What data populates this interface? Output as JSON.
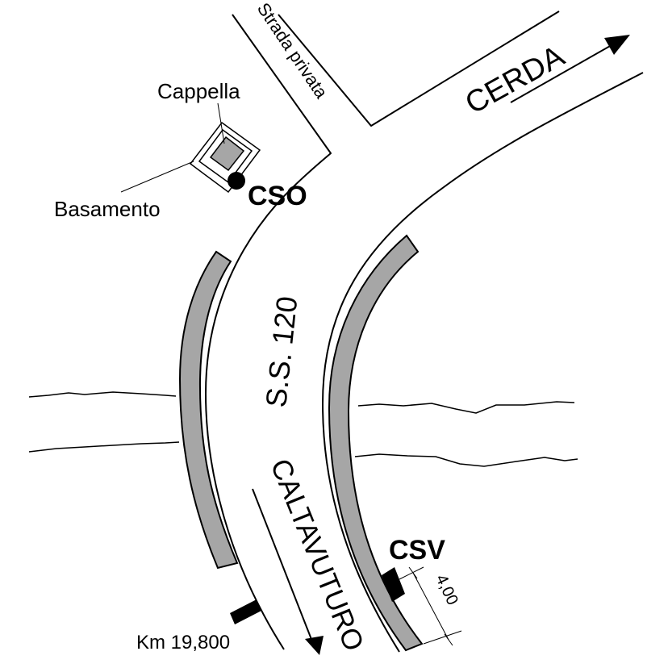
{
  "labels": {
    "private_road": "Strada privata",
    "direction_east": "CERDA",
    "chapel": "Cappella",
    "base": "Basamento",
    "station_cso": "CSO",
    "road_name": "S.S. 120",
    "direction_south": "CALTAVUTURO",
    "station_csv": "CSV",
    "dimension": "4,00",
    "kilometre_marker": "Km 19,800"
  },
  "colors": {
    "line": "#000000",
    "barrier_fill": "#a6a6a6",
    "chapel_fill": "#a6a6a6",
    "background": "#ffffff"
  }
}
